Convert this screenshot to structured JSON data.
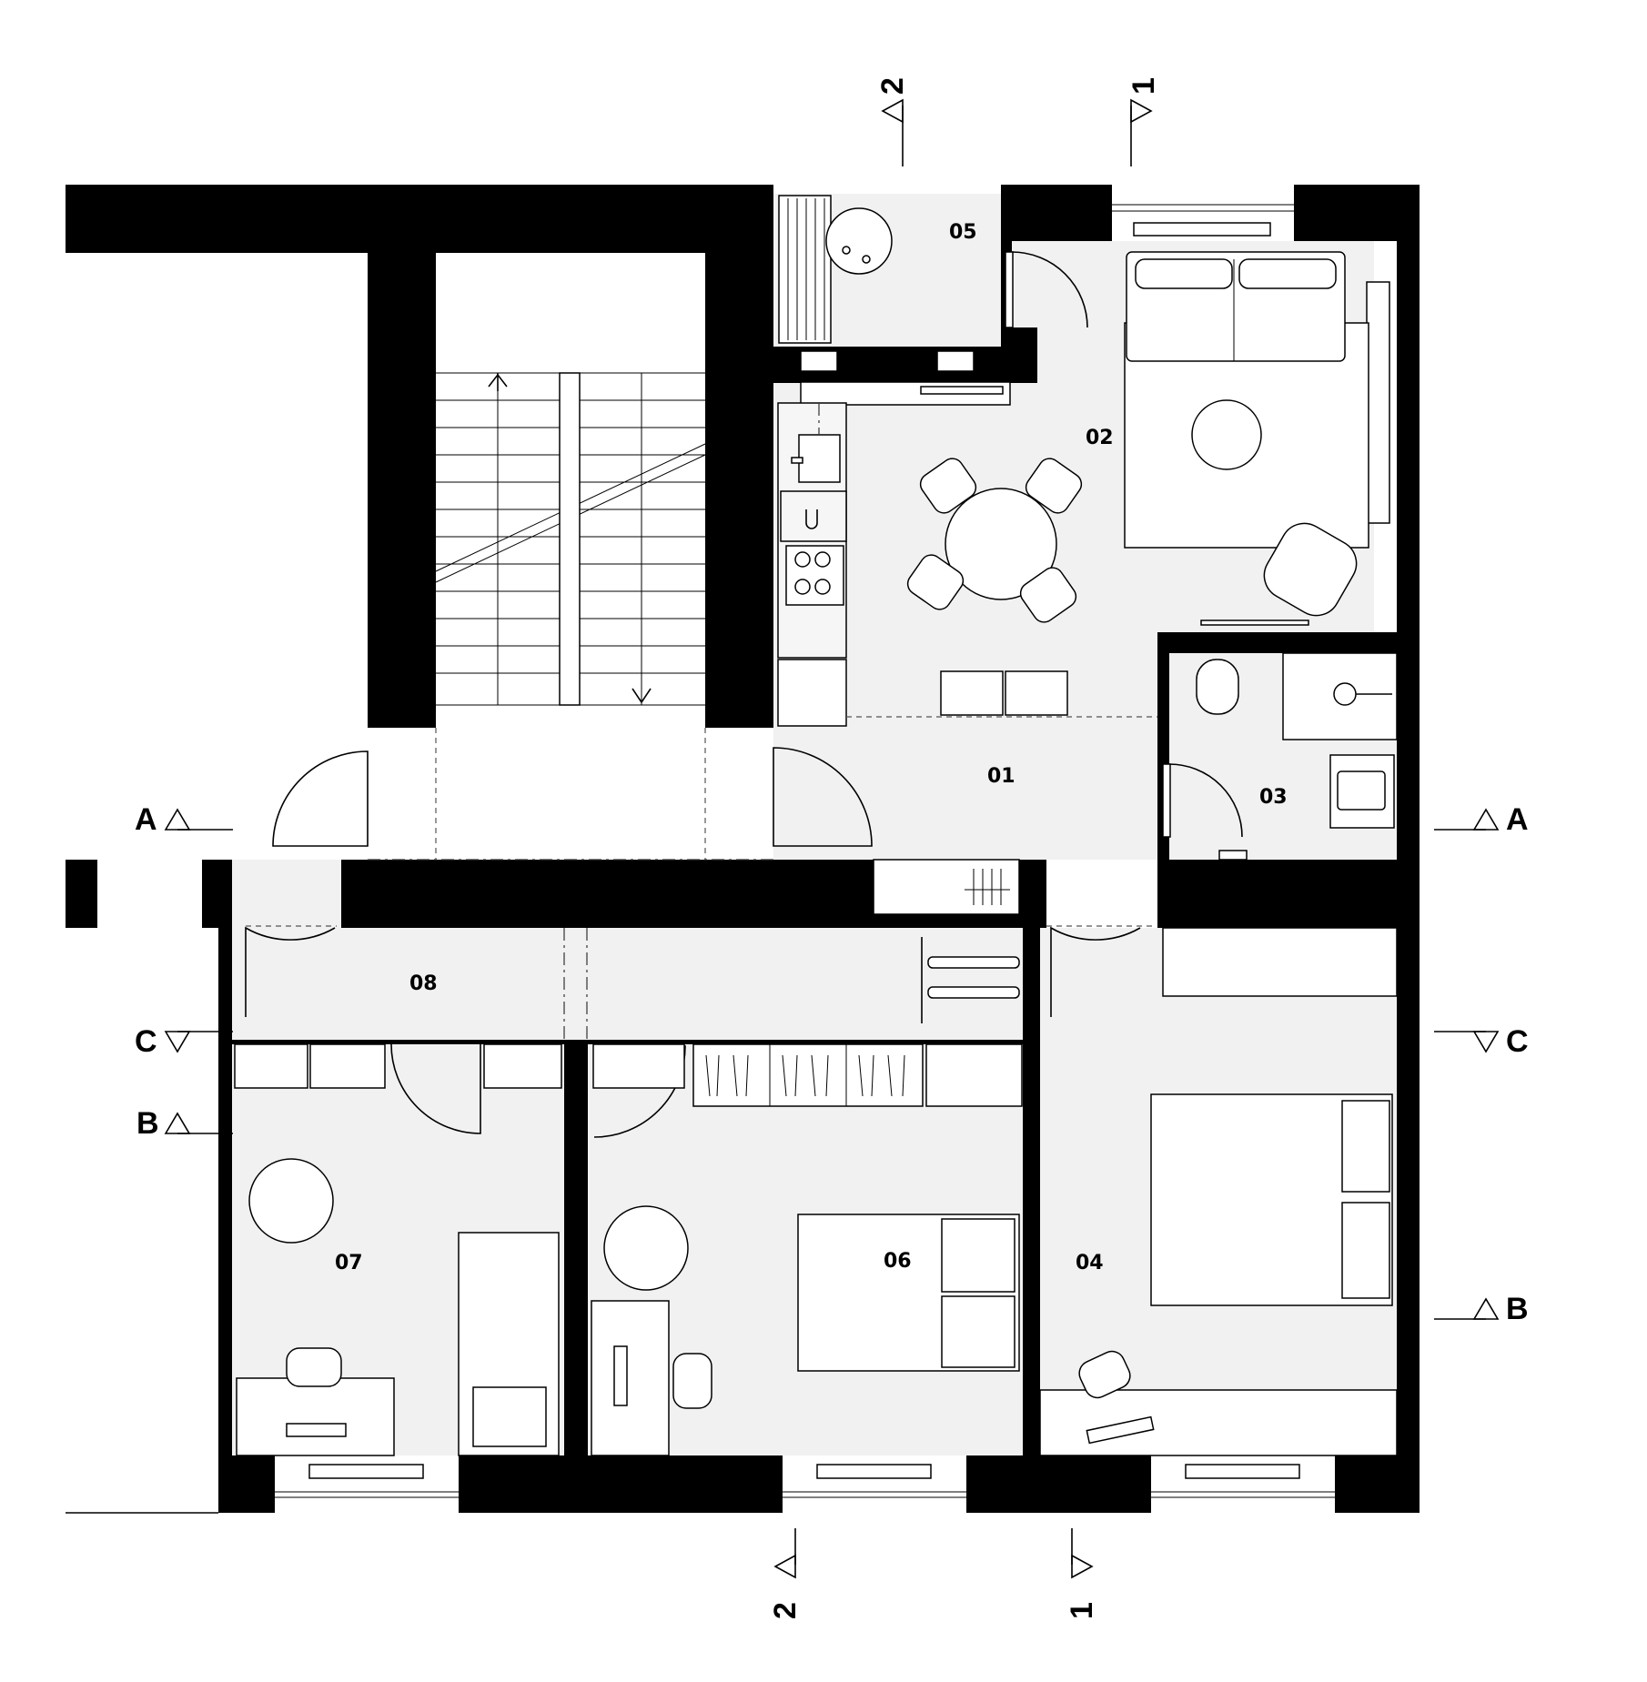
{
  "rooms": [
    {
      "id": "01",
      "label": "01"
    },
    {
      "id": "02",
      "label": "02"
    },
    {
      "id": "03",
      "label": "03"
    },
    {
      "id": "04",
      "label": "04"
    },
    {
      "id": "05",
      "label": "05"
    },
    {
      "id": "06",
      "label": "06"
    },
    {
      "id": "07",
      "label": "07"
    },
    {
      "id": "08",
      "label": "08"
    }
  ],
  "section_markers": {
    "A_left": "A",
    "A_right": "A",
    "B_left": "B",
    "B_right": "B",
    "C_left": "C",
    "C_right": "C",
    "one_top": "1",
    "one_bottom": "1",
    "two_top": "2",
    "two_bottom": "2"
  },
  "colors": {
    "wall": "#000000",
    "floor": "#f1f1f1",
    "background": "#ffffff"
  }
}
